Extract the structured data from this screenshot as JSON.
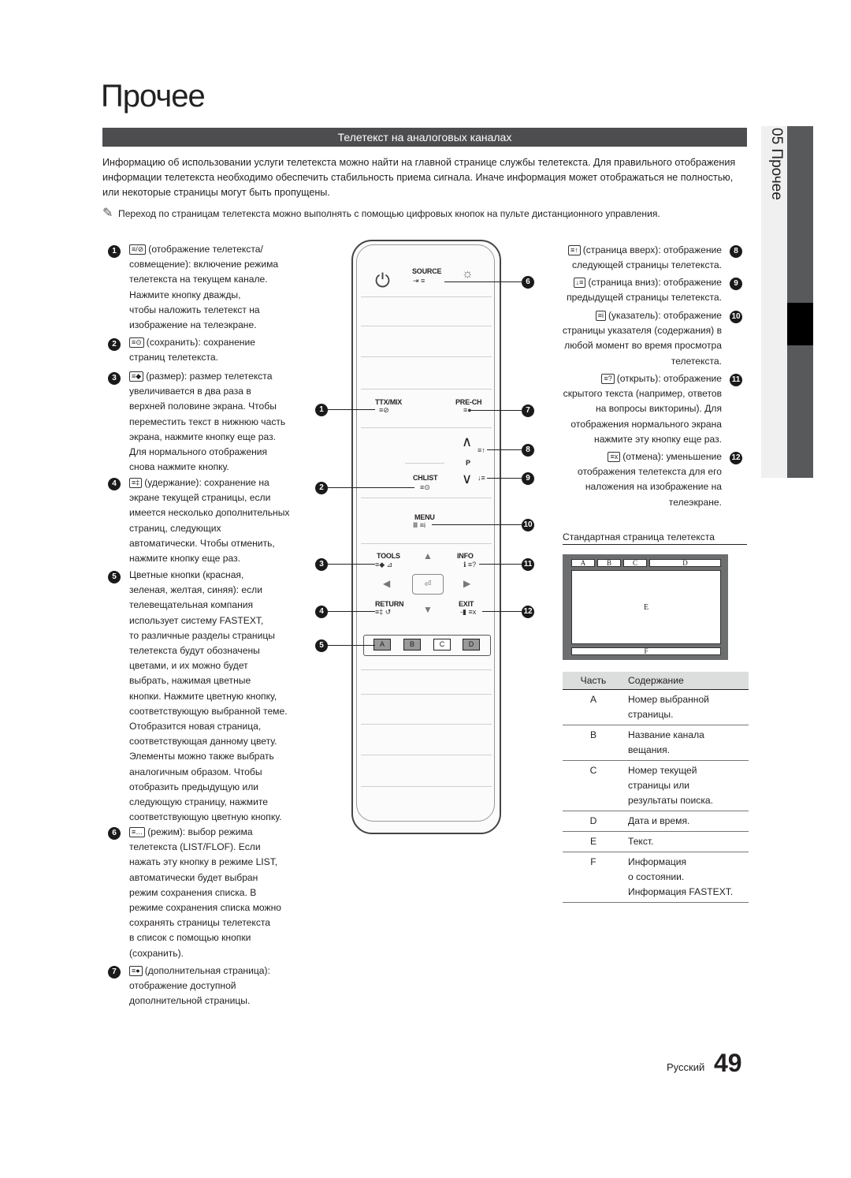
{
  "page": {
    "title": "Прочее",
    "section_title": "Телетекст на аналоговых каналах",
    "intro": "Информацию об использовании услуги телетекста можно найти на главной странице службы телетекста. Для правильного отображения информации телетекста необходимо обеспечить стабильность приема сигнала. Иначе информация может отображаться не полностью, или некоторые страницы могут быть пропущены.",
    "note": "Переход по страницам телетекста можно выполнять с помощью цифровых кнопок на пульте дистанционного управления.",
    "side_tab": "05 Прочее",
    "footer_language": "Русский",
    "page_number": "49"
  },
  "left_items": [
    {
      "num": "1",
      "text": "(отображение телетекста/\nсовмещение): включение режима\nтелетекста на текущем канале.\nНажмите кнопку дважды,\nчтобы наложить телетекст на\nизображение на телеэкране."
    },
    {
      "num": "2",
      "text": "(сохранить): сохранение\nстраниц телетекста."
    },
    {
      "num": "3",
      "text": "(размер): размер телетекста\nувеличивается в два раза в\nверхней половине экрана. Чтобы\nпереместить текст в нижнюю часть\nэкрана, нажмите кнопку еще раз.\nДля нормального отображения\nснова нажмите кнопку."
    },
    {
      "num": "4",
      "text": "(удержание): сохранение на\nэкране текущей страницы, если\nимеется несколько дополнительных\nстраниц, следующих\nавтоматически. Чтобы отменить,\nнажмите кнопку еще раз."
    },
    {
      "num": "5",
      "text": "Цветные кнопки (красная,\nзеленая, желтая, синяя): если\nтелевещательная компания\nиспользует систему FASTEXT,\nто различные разделы страницы\nтелетекста будут обозначены\nцветами, и их можно будет\nвыбрать, нажимая цветные\nкнопки. Нажмите цветную кнопку,\nсоответствующую выбранной теме.\nОтобразится новая страница,\nсоответствующая данному цвету.\nЭлементы можно также выбрать\nаналогичным образом. Чтобы\nотобразить предыдущую или\nследующую страницу, нажмите\nсоответствующую цветную кнопку."
    },
    {
      "num": "6",
      "text": "(режим): выбор режима\nтелетекста (LIST/FLOF). Если\nнажать эту кнопку в режиме LIST,\nавтоматически будет выбран\nрежим сохранения списка. В\nрежиме сохранения списка можно\nсохранять страницы телетекста\nв список с помощью кнопки\n(сохранить)."
    },
    {
      "num": "7",
      "text": "(дополнительная страница):\nотображение доступной\nдополнительной страницы."
    }
  ],
  "right_items": [
    {
      "num": "8",
      "text": "(страница вверх): отображение\nследующей страницы телетекста."
    },
    {
      "num": "9",
      "text": "(страница вниз): отображение\nпредыдущей страницы телетекста."
    },
    {
      "num": "10",
      "text": "(указатель): отображение\nстраницы указателя (содержания) в\nлюбой момент во время просмотра\nтелетекста."
    },
    {
      "num": "11",
      "text": "(открыть): отображение\nскрытого текста (например, ответов\nна вопросы викторины). Для\nотображения нормального экрана\nнажмите эту кнопку еще раз."
    },
    {
      "num": "12",
      "text": "(отмена): уменьшение\nотображения телетекста для его\nналожения на изображение на\nтелеэкране."
    }
  ],
  "remote": {
    "source": "SOURCE",
    "ttx": "TTX/MIX",
    "prech": "PRE-CH",
    "p": "P",
    "chlist": "CHLIST",
    "menu": "MENU",
    "tools": "TOOLS",
    "info": "INFO",
    "return": "RETURN",
    "exit": "EXIT",
    "keys": [
      "A",
      "B",
      "C",
      "D"
    ],
    "callouts": [
      "1",
      "2",
      "3",
      "4",
      "5",
      "6",
      "7",
      "8",
      "9",
      "10",
      "11",
      "12"
    ]
  },
  "standard_page": {
    "title": "Стандартная страница телетекста",
    "head": [
      "A",
      "B",
      "C",
      "D"
    ],
    "body": "E",
    "foot": "F"
  },
  "table": {
    "headers": [
      "Часть",
      "Содержание"
    ],
    "rows": [
      {
        "part": "A",
        "content": "Номер выбранной\nстраницы."
      },
      {
        "part": "B",
        "content": "Название канала\nвещания."
      },
      {
        "part": "C",
        "content": "Номер текущей\nстраницы или\nрезультаты поиска."
      },
      {
        "part": "D",
        "content": "Дата и время."
      },
      {
        "part": "E",
        "content": "Текст."
      },
      {
        "part": "F",
        "content": "Информация\nо состоянии.\nИнформация FASTEXT."
      }
    ]
  }
}
